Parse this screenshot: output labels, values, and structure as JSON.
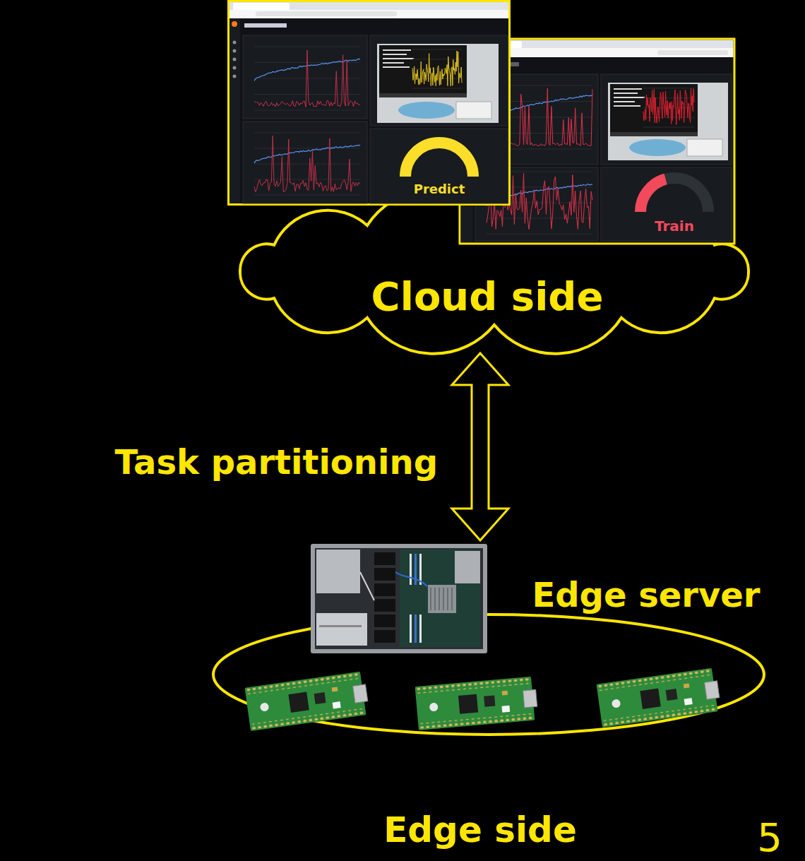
{
  "diagram": {
    "nodes": [
      {
        "text": [
          "Cloud side"
        ]
      },
      {
        "text": [
          "Edge side"
        ]
      }
    ],
    "edges": [
      {
        "from": 0,
        "to": 1,
        "arrow": "both",
        "label": "Task partitioning"
      }
    ],
    "labels": [
      "Predict",
      "Train",
      "Edge server",
      "5"
    ]
  }
}
